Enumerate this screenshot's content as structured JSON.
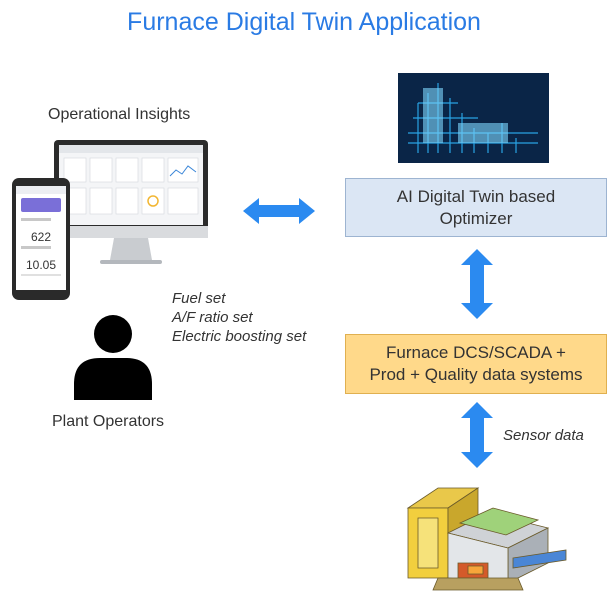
{
  "title": "Furnace Digital Twin Application",
  "left": {
    "insights_label": "Operational Insights",
    "operators_label": "Plant Operators",
    "setpoints": [
      "Fuel set",
      "A/F ratio set",
      "Electric boosting set"
    ],
    "phone_readings": [
      "622",
      "10.05"
    ]
  },
  "right": {
    "optimizer_lines": [
      "AI Digital Twin based",
      "Optimizer"
    ],
    "dcs_lines": [
      "Furnace DCS/SCADA +",
      "Prod + Quality data systems"
    ],
    "sensor_label": "Sensor data"
  },
  "colors": {
    "title": "#2a7be4",
    "arrow": "#2b8af0",
    "optimizer_box": "#dbe6f4",
    "dcs_box": "#ffd98a"
  }
}
